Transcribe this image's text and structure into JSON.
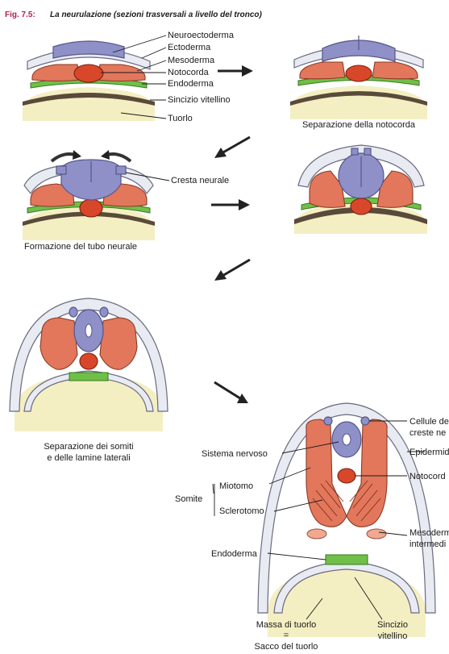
{
  "figure": {
    "number": "Fig. 7.5:",
    "title": "La neurulazione (sezioni trasversali a livello del tronco)"
  },
  "stage1_labels": {
    "neuroectoderm": "Neuroectoderma",
    "ectoderm": "Ectoderma",
    "mesoderm": "Mesoderma",
    "notochord": "Notocorda",
    "endoderm": "Endoderma",
    "yolk_syncytium": "Sincizio vitellino",
    "yolk": "Tuorlo"
  },
  "stage2_caption": "Separazione della notocorda",
  "stage3_labels": {
    "neural_crest": "Cresta neurale",
    "caption": "Formazione del tubo neurale"
  },
  "stage5_caption": [
    "Separazione dei somiti",
    "e delle lamine laterali"
  ],
  "stage6_labels": {
    "nervous_system": "Sistema nervoso",
    "somite": "Somite",
    "myotome": "Miotomo",
    "sclerotome": "Sclerotomo",
    "endoderm": "Endoderma",
    "yolk_mass": "Massa di tuorlo",
    "equals": "=",
    "yolk_sac": "Sacco del tuorlo",
    "yolk_syncytium": [
      "Sincizio",
      "vitellino"
    ],
    "neural_crest_cells": [
      "Cellule de",
      "creste ne"
    ],
    "epidermis": "Epidermid",
    "notochord": "Notocord",
    "intermediate_mesoderm": [
      "Mesoderm",
      "intermedi"
    ]
  },
  "colors": {
    "neuroectoderm": "#8f90c8",
    "mesoderm": "#e2775c",
    "notochord": "#d9472a",
    "endoderm": "#6fbf48",
    "yolk": "#f4efc2",
    "ectoderm": "#e8ebf2"
  }
}
